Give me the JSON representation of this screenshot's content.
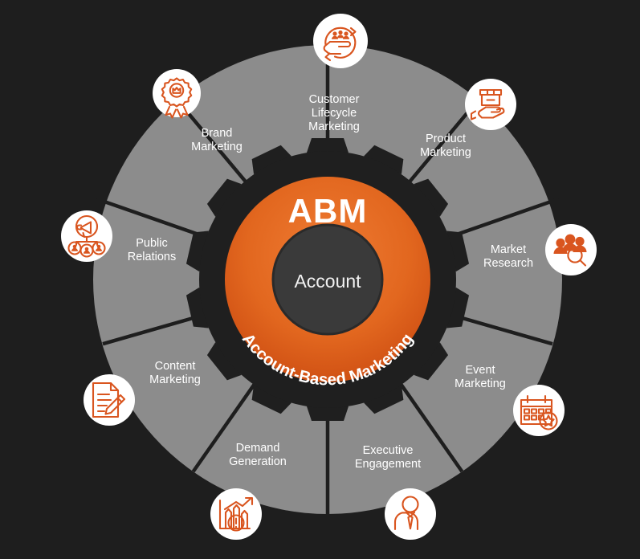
{
  "page": {
    "background_color": "#1e1e1e",
    "accent_color": "#d9551f",
    "wheel_color": "#8c8c8c",
    "hub_color": "#333333"
  },
  "center": {
    "title": "ABM",
    "inner_label": "Account",
    "arc_text": "Account-Based Marketing"
  },
  "segments": [
    {
      "id": "customer-lifecycle-marketing",
      "label_lines": [
        "Customer",
        "Lifecycle",
        "Marketing"
      ],
      "icon": "hand-holding-people-cycle-icon"
    },
    {
      "id": "product-marketing",
      "label_lines": [
        "Product",
        "Marketing"
      ],
      "icon": "hand-holding-box-icon"
    },
    {
      "id": "market-research",
      "label_lines": [
        "Market",
        "Research"
      ],
      "icon": "people-magnifier-icon"
    },
    {
      "id": "event-marketing",
      "label_lines": [
        "Event",
        "Marketing"
      ],
      "icon": "calendar-star-icon"
    },
    {
      "id": "executive-engagement",
      "label_lines": [
        "Executive",
        "Engagement"
      ],
      "icon": "businessman-icon"
    },
    {
      "id": "demand-generation",
      "label_lines": [
        "Demand",
        "Generation"
      ],
      "icon": "bar-chart-arrow-alert-icon"
    },
    {
      "id": "content-marketing",
      "label_lines": [
        "Content",
        "Marketing"
      ],
      "icon": "document-pencil-icon"
    },
    {
      "id": "public-relations",
      "label_lines": [
        "Public",
        "Relations"
      ],
      "icon": "megaphone-network-icon"
    },
    {
      "id": "brand-marketing",
      "label_lines": [
        "Brand",
        "Marketing"
      ],
      "icon": "award-ribbon-crown-icon"
    }
  ]
}
